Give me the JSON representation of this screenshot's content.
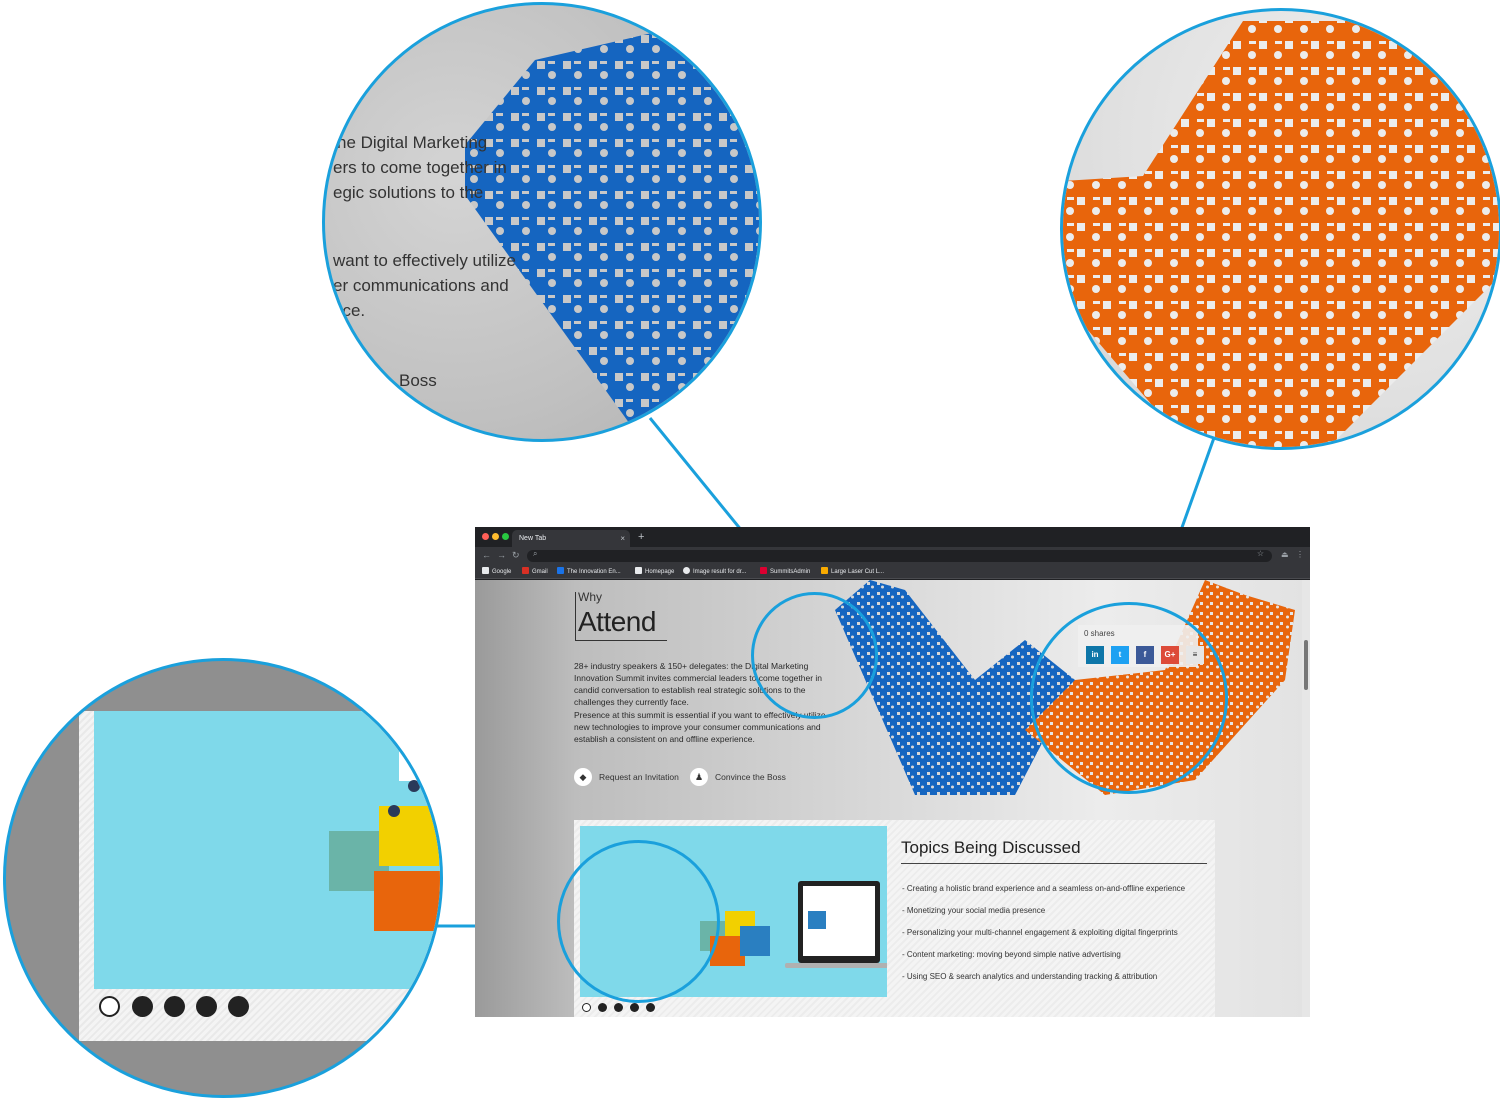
{
  "browser": {
    "tab_title": "New Tab",
    "tab_close": "×",
    "new_tab": "+",
    "bookmarks": [
      {
        "label": "Google",
        "color": "#e8eaed"
      },
      {
        "label": "Gmail",
        "color": "#d93025"
      },
      {
        "label": "The Innovation En...",
        "color": "#1a73e8"
      },
      {
        "label": "Homepage",
        "color": "#e8eaed"
      },
      {
        "label": "Image result for dr...",
        "color": "#e8eaed"
      },
      {
        "label": "SummitsAdmin",
        "color": "#dd0031"
      },
      {
        "label": "Large Laser Cut L...",
        "color": "#f9ab00"
      }
    ]
  },
  "hero": {
    "kicker": "Why",
    "title": "Attend",
    "paragraph_1": "28+ industry speakers & 150+ delegates: the Digital Marketing Innovation Summit invites commercial leaders to come together in candid conversation to establish real strategic solutions to the challenges they currently face.",
    "paragraph_2": "Presence at this summit is essential if you want to effectively utilize new technologies to improve your consumer communications and establish a consistent on and offline experience.",
    "cta_invite": "Request an Invitation",
    "cta_boss": "Convince the Boss"
  },
  "share": {
    "count_label": "0 shares",
    "buttons": [
      {
        "name": "linkedin",
        "label": "in",
        "color": "#0e76a8"
      },
      {
        "name": "twitter",
        "label": "t",
        "color": "#1da1f2"
      },
      {
        "name": "facebook",
        "label": "f",
        "color": "#3b5998"
      },
      {
        "name": "google-plus",
        "label": "G+",
        "color": "#dd4b39"
      },
      {
        "name": "buffer",
        "label": "≡",
        "color": "#e6e6e6"
      }
    ]
  },
  "topics": {
    "title": "Topics Being Discussed",
    "items": [
      "- Creating a holistic brand experience and a seamless on-and-offline experience",
      "- Monetizing your social media presence",
      "- Personalizing your multi-channel engagement & exploiting digital fingerprints",
      "- Content marketing: moving beyond simple native advertising",
      "- Using SEO & search analytics and understanding tracking & attribution"
    ],
    "carousel": {
      "total": 5,
      "active": 1
    }
  },
  "callouts": {
    "blue_lines": [
      "he Digital Marketing",
      "ers to come together in",
      "egic solutions to the",
      "want to effectively utilize",
      "er communications and",
      "nce.",
      "Boss"
    ],
    "carousel_zoom": {
      "total": 5,
      "active": 1
    }
  },
  "colors": {
    "accent_ring": "#1aa0dc",
    "mosaic_blue": "#1565c0",
    "mosaic_orange": "#e8650c",
    "panel_cyan": "#7fd9ea"
  }
}
